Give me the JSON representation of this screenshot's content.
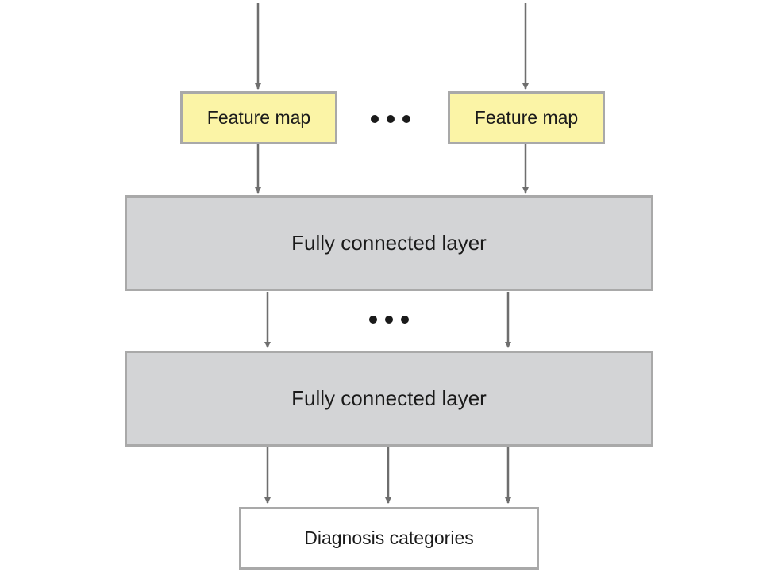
{
  "feature_maps": [
    {
      "label": "Feature map"
    },
    {
      "label": "Feature map"
    }
  ],
  "fc_layers": [
    {
      "label": "Fully connected layer"
    },
    {
      "label": "Fully connected layer"
    }
  ],
  "output": {
    "label": "Diagnosis categories"
  },
  "colors": {
    "feature_fill": "#fbf4a6",
    "layer_fill": "#d3d4d6",
    "output_fill": "#ffffff",
    "border": "#a9a9a9",
    "arrow": "#6e6e6e",
    "ellipsis": "#1a1a1a"
  }
}
